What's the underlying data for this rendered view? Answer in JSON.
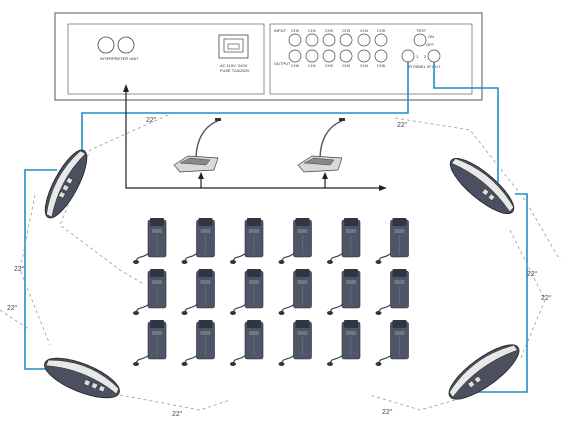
{
  "diagram": {
    "colors": {
      "cable": "#1f8fc7",
      "line": "#222222",
      "receiver_body": "#4d5566",
      "receiver_dark": "#2f3542",
      "radiator": "#4a5060"
    },
    "main_unit": {
      "left_panel": {
        "interface_label": "INTERPRETER UNIT",
        "power_label_1": "AC 110V~240V",
        "power_label_2": "FUSE T2A/250V"
      },
      "right_panel": {
        "input_label": "INPUT",
        "output_label": "OUTPUT",
        "channels": [
          "CH0",
          "CH1",
          "CH2",
          "CH3",
          "CH4",
          "CH5"
        ],
        "test_label": "TEST",
        "on_label": "ON",
        "off_label": "OFF",
        "port_1": "1",
        "port_2": "2",
        "subpanel_left": "IR PANEL",
        "subpanel_right": "IR OUT"
      }
    },
    "angle_labels": [
      "22°",
      "22°",
      "22°",
      "22°",
      "22°",
      "22°",
      "22°",
      "22°"
    ],
    "receivers": {
      "rows": 3,
      "cols": 6
    },
    "microphones": 2,
    "radiators": 4
  }
}
